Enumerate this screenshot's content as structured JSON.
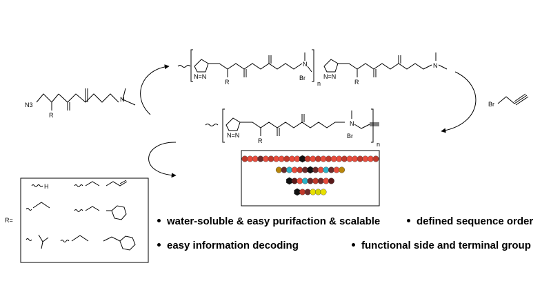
{
  "labels": {
    "n_top": "n",
    "n_mid": "n",
    "br_top": "Br",
    "br_mid": "Br",
    "reagent_br": "Br",
    "n3": "N3",
    "r_start": "R",
    "r_top_1": "R",
    "r_top_2": "R",
    "r_mid": "R",
    "n_top_amine": "N",
    "n_top_end": "N",
    "n_mid_amine": "N",
    "n_start": "N",
    "triazole_top_1": "N=N",
    "triazole_top_2": "N=N",
    "triazole_mid": "N=N",
    "r_equals": "R=",
    "h_substituent": "H"
  },
  "bullets": [
    "water-soluble & easy purifaction  & scalable",
    "defined sequence order",
    "easy information decoding",
    "functional side and terminal group"
  ],
  "bead_rows": [
    [
      "#c0392b",
      "#e74c3c",
      "#e74c3c",
      "#6b2c2c",
      "#e74c3c",
      "#c0392b",
      "#e74c3c",
      "#e74c3c",
      "#c0392b",
      "#e74c3c",
      "#e74c3c",
      "#111111",
      "#c0392b",
      "#e74c3c",
      "#c0392b",
      "#e74c3c",
      "#c0392b",
      "#e74c3c",
      "#e74c3c",
      "#c0392b",
      "#e74c3c",
      "#e74c3c",
      "#c0392b",
      "#e74c3c",
      "#e74c3c",
      "#c0392b"
    ],
    [
      "#b8860b",
      "#6b2c2c",
      "#2bb3c8",
      "#e74c3c",
      "#c0392b",
      "#6b2c2c",
      "#111111",
      "#6b2c2c",
      "#e74c3c",
      "#2bb3c8",
      "#6b2c2c",
      "#e74c3c",
      "#b8860b"
    ],
    [
      "#111111",
      "#5a1a1a",
      "#e74c3c",
      "#2bb3c8",
      "#6b2c2c",
      "#c0392b",
      "#6b2c2c",
      "#e74c3c",
      "#5a1a1a"
    ],
    [
      "#111111",
      "#c0392b",
      "#6b2c2c",
      "#e8e000",
      "#d4d400",
      "#e8e000"
    ]
  ],
  "colors": {
    "line": "#000000",
    "frame": "#000000"
  }
}
